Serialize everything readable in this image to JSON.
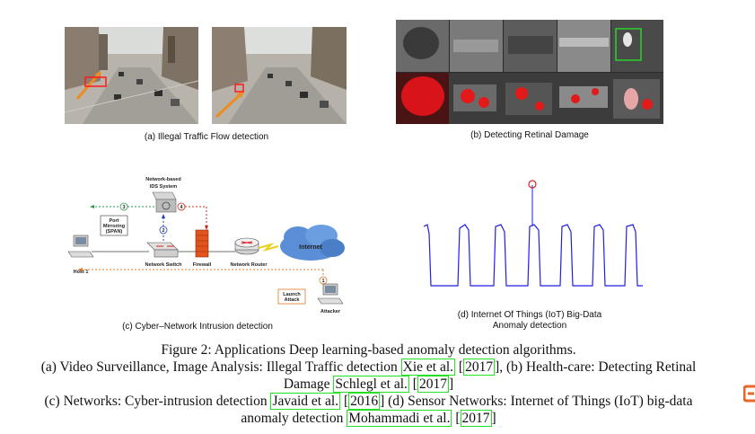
{
  "figure": {
    "panels": {
      "a": {
        "caption": "(a) Illegal Traffic Flow detection"
      },
      "b": {
        "caption": "(b) Detecting Retinal Damage"
      },
      "c": {
        "caption": "(c) Cyber–Network Intrusion detection",
        "diagram": {
          "ids_title_1": "Network-based",
          "ids_title_2": "IDS System",
          "port_mirroring_1": "Port",
          "port_mirroring_2": "Mirroring",
          "port_mirroring_3": "(SPAN)",
          "host": "Host 1",
          "switch": "Network Switch",
          "firewall": "Firewall",
          "router": "Network Router",
          "internet": "Internet",
          "launch_1": "Launch",
          "launch_2": "Attack",
          "attacker": "Attacker",
          "step_1": "1",
          "step_2": "2",
          "step_3": "3",
          "step_4": "4"
        }
      },
      "d": {
        "caption_line1": "(d) Internet Of Things (IoT) Big-Data",
        "caption_line2": "Anomaly detection"
      }
    },
    "caption": {
      "line1": "Figure 2: Applications Deep learning-based anomaly detection algorithms.",
      "line2_a": "(a) Video Surveillance, Image Analysis: Illegal Traffic detection ",
      "line2_ref1": "Xie et al.",
      "line2_b": " [",
      "line2_ref1_year": "2017",
      "line2_c": "], (b) Health-care: Detecting Retinal",
      "line3_a": "Damage ",
      "line3_ref": "Schlegl et al.",
      "line3_b": " [",
      "line3_ref_year": "2017",
      "line3_c": "]",
      "line4_a": "(c) Networks: Cyber-intrusion detection ",
      "line4_ref": "Javaid et al.",
      "line4_b": " [",
      "line4_ref_year": "2016",
      "line4_c": "] (d) Sensor Networks: Internet of Things (IoT) big-data",
      "line5_a": "anomaly detection ",
      "line5_ref": "Mohammadi et al.",
      "line5_b": " [",
      "line5_ref_year": "2017",
      "line5_c": "]"
    }
  },
  "colors": {
    "link_box": "#26e026",
    "signal": "#1f1fe6",
    "anomaly_marker": "#d81e1e",
    "tag": "#e8662a"
  },
  "icons": {
    "side_tag": "bookmark-tag-icon"
  }
}
